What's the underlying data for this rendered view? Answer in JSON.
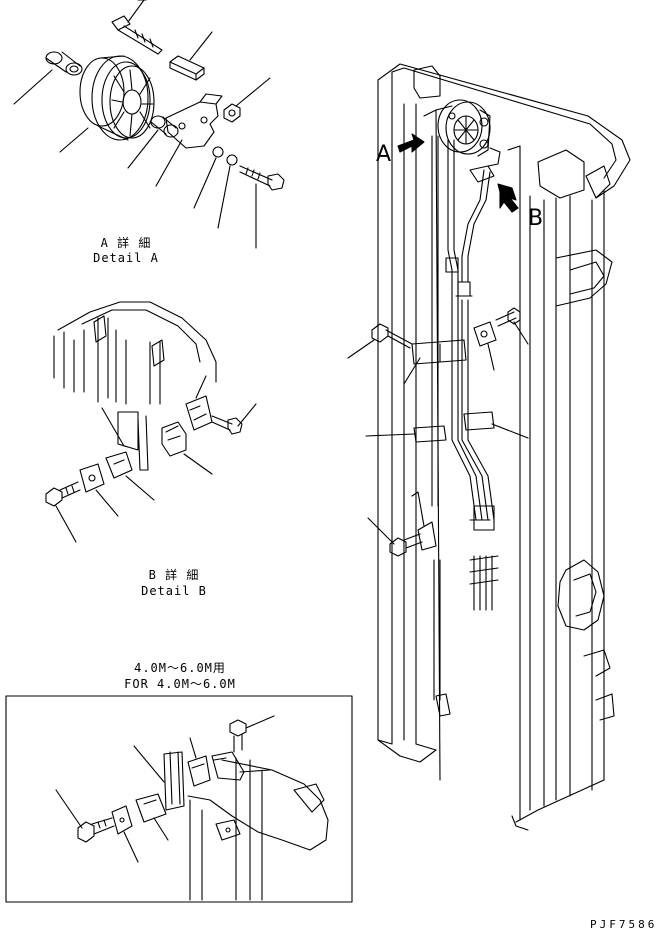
{
  "detail_a": {
    "title_jp": "A 詳 細",
    "title_en": "Detail A"
  },
  "detail_b": {
    "title_jp": "B 詳 細",
    "title_en": "Detail B"
  },
  "option": {
    "title_jp": "4.0M～6.0M用",
    "title_en": "FOR 4.0M～6.0M"
  },
  "markers": {
    "a": "A",
    "b": "B"
  },
  "drawing_number": "PJF7586"
}
